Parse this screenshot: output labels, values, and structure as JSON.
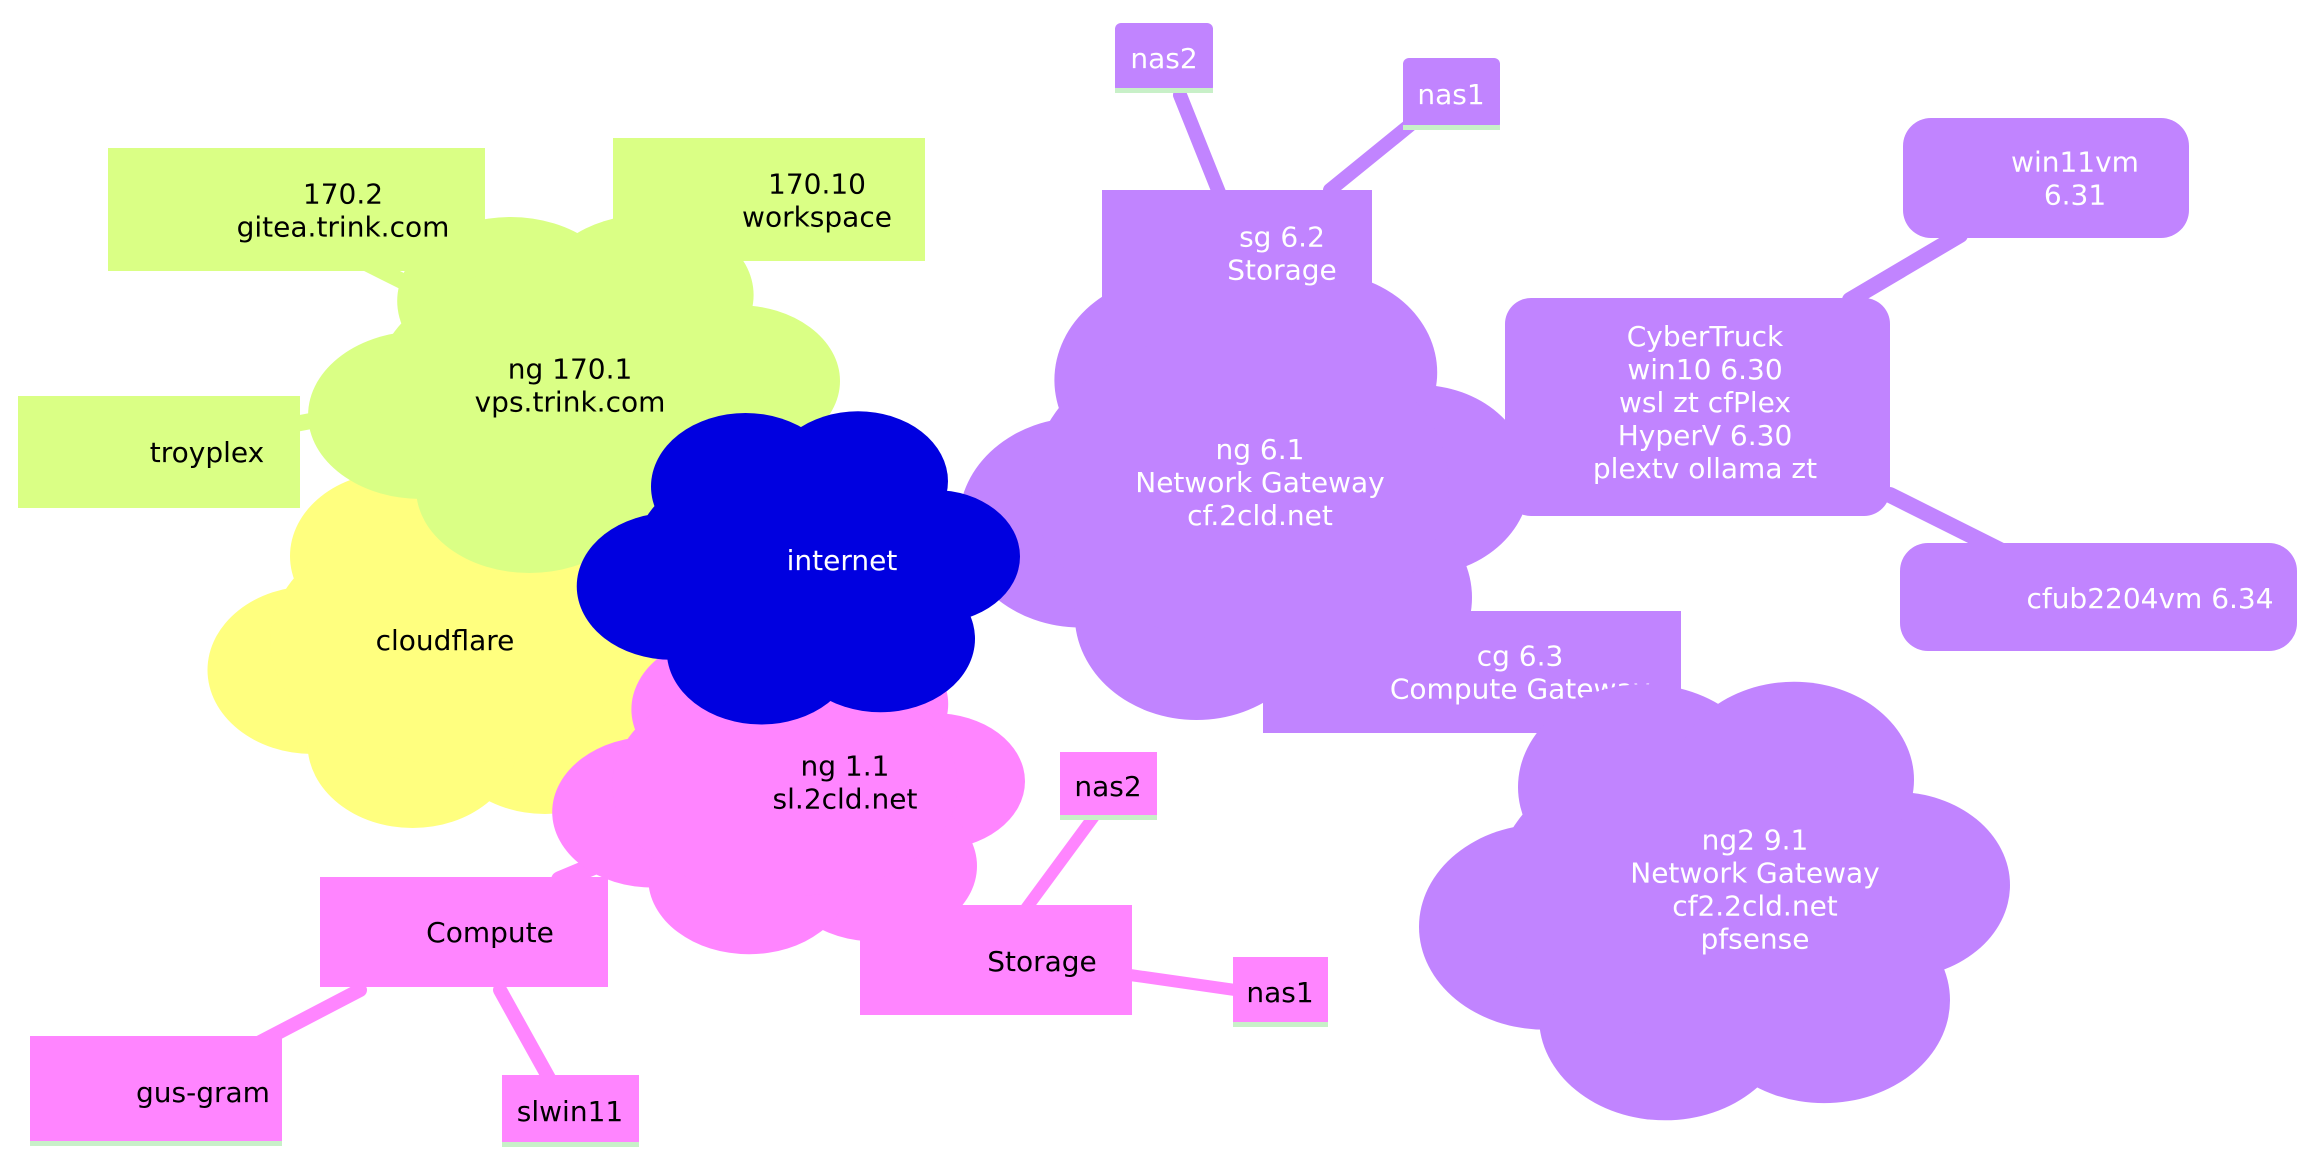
{
  "colors": {
    "root": "#0000e0",
    "cloudflare": "#ffff7f",
    "vps": "#daff85",
    "home": "#ff85ff",
    "cf": "#c184ff",
    "text_dark": "#000000",
    "text_light": "#ffffff",
    "underline": "#c8f0c8"
  },
  "nodes": {
    "internet": {
      "lines": [
        "internet"
      ]
    },
    "cloudflare": {
      "lines": [
        "cloudflare"
      ]
    },
    "vps": {
      "hub": {
        "lines": [
          "ng 170.1",
          "vps.trink.com"
        ]
      },
      "gitea": {
        "lines": [
          "170.2",
          "gitea.trink.com"
        ]
      },
      "workspace": {
        "lines": [
          "170.10",
          "workspace"
        ]
      },
      "troyplex": {
        "lines": [
          "troyplex"
        ]
      }
    },
    "sl": {
      "hub": {
        "lines": [
          "ng 1.1",
          "sl.2cld.net"
        ]
      },
      "compute": {
        "lines": [
          "Compute"
        ]
      },
      "gus_gram": {
        "lines": [
          "gus-gram"
        ]
      },
      "slwin11": {
        "lines": [
          "slwin11"
        ]
      },
      "storage": {
        "lines": [
          "Storage"
        ]
      },
      "nas2": {
        "lines": [
          "nas2"
        ]
      },
      "nas1": {
        "lines": [
          "nas1"
        ]
      }
    },
    "cf": {
      "hub": {
        "lines": [
          "ng 6.1",
          "Network Gateway",
          "cf.2cld.net"
        ]
      },
      "sg": {
        "lines": [
          "sg 6.2",
          "Storage"
        ]
      },
      "nas2": {
        "lines": [
          "nas2"
        ]
      },
      "nas1": {
        "lines": [
          "nas1"
        ]
      },
      "cybertruck": {
        "lines": [
          "CyberTruck",
          "win10 6.30",
          "wsl zt cfPlex",
          "HyperV 6.30",
          "plextv ollama zt"
        ]
      },
      "win11vm": {
        "lines": [
          "win11vm",
          "6.31"
        ]
      },
      "cfub": {
        "lines": [
          "cfub2204vm 6.34"
        ]
      },
      "cg": {
        "lines": [
          "cg 6.3",
          "Compute Gateway"
        ]
      },
      "ng2": {
        "lines": [
          "ng2 9.1",
          "Network Gateway",
          "cf2.2cld.net",
          "pfsense"
        ]
      }
    }
  }
}
